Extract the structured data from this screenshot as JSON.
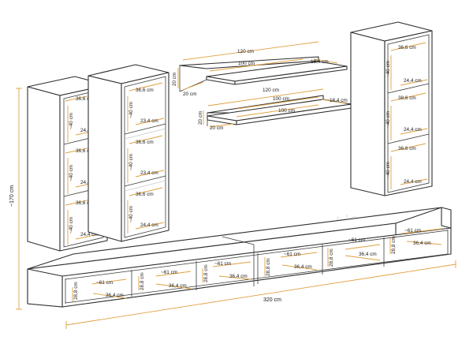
{
  "overall": {
    "height_label": "~170 cm",
    "width_label": "320 cm"
  },
  "shelf_top": {
    "width_label": "120 cm",
    "inner_label": "100 cm",
    "depth_label": "18,4 cm",
    "height_label": "20 cm",
    "side_label": "20 cm"
  },
  "shelf_bottom": {
    "width_label": "120 cm",
    "inner_top_label": "100 cm",
    "inner_label": "100 cm",
    "depth_label": "18,4 cm",
    "height_label": "20 cm",
    "side_label": "20 cm"
  },
  "cabinet_left": {
    "width_label": "36,6 cm",
    "height_label": "~40 cm",
    "depth_label": "24,4 cm",
    "compartments": 3
  },
  "cabinet_middle": {
    "width_label": "36,6 cm",
    "height_label": "~40 cm",
    "depth_label": "23,4 cm",
    "bottom_depth_label": "24,4 cm",
    "compartments": 3
  },
  "cabinet_right": {
    "width_label": "36,6 cm",
    "mid_width_label": "38,6 cm",
    "height_label": "~40 cm",
    "depth_label": "24,4 cm",
    "compartments": 3
  },
  "tv_unit": {
    "width_label": "~61 cm",
    "height_label": "28,8 cm",
    "depth_label": "36,4 cm"
  },
  "colors": {
    "dimension_line": "#e0a040",
    "outline": "#2e2e2e"
  }
}
